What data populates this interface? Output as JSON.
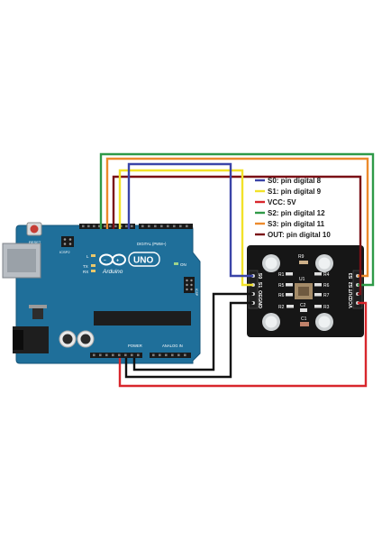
{
  "legend": [
    {
      "text": "S0: pin digital 8",
      "color": "#3a44a8"
    },
    {
      "text": "S1: pin digital 9",
      "color": "#f2e22a"
    },
    {
      "text": "VCC: 5V",
      "color": "#d8262c"
    },
    {
      "text": "S2: pin digital 12",
      "color": "#2f9a48"
    },
    {
      "text": "S3: pin digital 11",
      "color": "#ec8a2c"
    },
    {
      "text": "OUT: pin digital 10",
      "color": "#7a1016"
    }
  ],
  "arduino": {
    "brand": "Arduino",
    "model": "UNO",
    "reset_label": "RESET",
    "icsp2_label": "ICSP2",
    "icsp_label": "ICSP",
    "digital_label": "DIGITAL (PWM~)",
    "power_label": "POWER",
    "analog_label": "ANALOG IN",
    "on_label": "ON",
    "l_label": "L",
    "tx_label": "TX",
    "rx_label": "RX",
    "board_color": "#1f6f9a"
  },
  "sensor": {
    "left_pins": [
      "S0",
      "S1",
      "OE",
      "GND"
    ],
    "right_pins": [
      "S3",
      "S2",
      "OUT",
      "VCC"
    ],
    "components": [
      "R9",
      "R1",
      "R5",
      "R6",
      "U1",
      "R4",
      "R6",
      "R7",
      "R2",
      "C2",
      "C1",
      "R3"
    ],
    "board_color": "#161616"
  }
}
